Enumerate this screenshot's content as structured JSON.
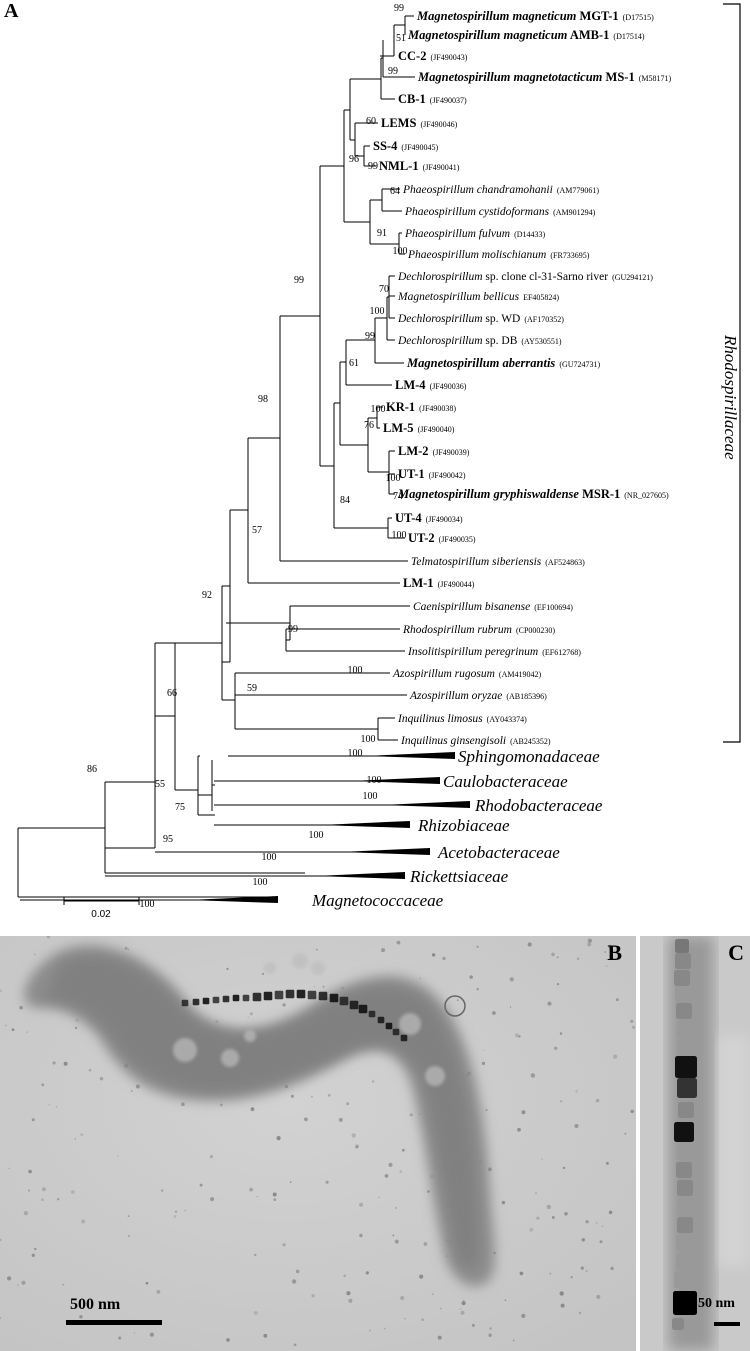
{
  "panel_letters": {
    "a": "A",
    "b": "B",
    "c": "C"
  },
  "scale_bars": {
    "tree": "0.02",
    "b": "500 nm",
    "c": "50 nm"
  },
  "clade_label": "Rhodospirillaceae",
  "leaves": [
    {
      "id": "mgt1",
      "segments": [
        {
          "t": "Magnetospirillum magneticum",
          "i": true,
          "b": true
        },
        {
          "t": " MGT-1",
          "b": true
        }
      ],
      "accession": "(D17515)"
    },
    {
      "id": "amb1",
      "segments": [
        {
          "t": "Magnetospirillum magneticum",
          "i": true,
          "b": true
        },
        {
          "t": " AMB-1",
          "b": true
        }
      ],
      "accession": "(D17514)"
    },
    {
      "id": "cc2",
      "segments": [
        {
          "t": "CC-2",
          "b": true
        }
      ],
      "accession": "(JF490043)"
    },
    {
      "id": "ms1",
      "segments": [
        {
          "t": "Magnetospirillum magnetotacticum",
          "i": true,
          "b": true
        },
        {
          "t": " MS-1",
          "b": true
        }
      ],
      "accession": "(M58171)"
    },
    {
      "id": "cb1",
      "segments": [
        {
          "t": "CB-1",
          "b": true
        }
      ],
      "accession": "(JF490037)"
    },
    {
      "id": "lems",
      "segments": [
        {
          "t": "LEMS",
          "b": true
        }
      ],
      "accession": "(JF490046)"
    },
    {
      "id": "ss4",
      "segments": [
        {
          "t": "SS-4",
          "b": true
        }
      ],
      "accession": "(JF490045)"
    },
    {
      "id": "nml1",
      "segments": [
        {
          "t": "NML-1",
          "b": true
        }
      ],
      "accession": "(JF490041)"
    },
    {
      "id": "pchan",
      "segments": [
        {
          "t": "Phaeospirillum chandramohanii",
          "i": true
        }
      ],
      "accession": "(AM779061)"
    },
    {
      "id": "pcyst",
      "segments": [
        {
          "t": "Phaeospirillum cystidoformans",
          "i": true
        }
      ],
      "accession": "(AM901294)"
    },
    {
      "id": "pfulv",
      "segments": [
        {
          "t": "Phaeospirillum fulvum",
          "i": true
        }
      ],
      "accession": "(D14433)"
    },
    {
      "id": "pmol",
      "segments": [
        {
          "t": "Phaeospirillum molischianum",
          "i": true
        }
      ],
      "accession": "(FR733695)"
    },
    {
      "id": "dcl31",
      "segments": [
        {
          "t": "Dechlorospirillum",
          "i": true
        },
        {
          "t": " sp. clone cl-31-Sarno river"
        }
      ],
      "accession": "(GU294121)"
    },
    {
      "id": "mbell",
      "segments": [
        {
          "t": "Magnetospirillum bellicus",
          "i": true
        }
      ],
      "accession": "EF405824)"
    },
    {
      "id": "dwd",
      "segments": [
        {
          "t": "Dechlorospirillum",
          "i": true
        },
        {
          "t": " sp. WD"
        }
      ],
      "accession": "(AF170352)"
    },
    {
      "id": "ddb",
      "segments": [
        {
          "t": "Dechlorospirillum",
          "i": true
        },
        {
          "t": " sp. DB"
        }
      ],
      "accession": "(AY530551)"
    },
    {
      "id": "maber",
      "segments": [
        {
          "t": "Magnetospirillum aberrantis",
          "i": true,
          "b": true
        }
      ],
      "accession": "(GU724731)"
    },
    {
      "id": "lm4",
      "segments": [
        {
          "t": "LM-4",
          "b": true
        }
      ],
      "accession": "(JF490036)"
    },
    {
      "id": "kr1",
      "segments": [
        {
          "t": "KR-1",
          "b": true
        }
      ],
      "accession": "(JF490038)"
    },
    {
      "id": "lm5",
      "segments": [
        {
          "t": "LM-5",
          "b": true
        }
      ],
      "accession": "(JF490040)"
    },
    {
      "id": "lm2",
      "segments": [
        {
          "t": "LM-2",
          "b": true
        }
      ],
      "accession": "(JF490039)"
    },
    {
      "id": "ut1",
      "segments": [
        {
          "t": "UT-1",
          "b": true
        }
      ],
      "accession": "(JF490042)"
    },
    {
      "id": "msr1",
      "segments": [
        {
          "t": "Magnetospirillum gryphiswaldense",
          "i": true,
          "b": true
        },
        {
          "t": " MSR-1",
          "b": true
        }
      ],
      "accession": "(NR_027605)"
    },
    {
      "id": "ut4",
      "segments": [
        {
          "t": "UT-4",
          "b": true
        }
      ],
      "accession": "(JF490034)"
    },
    {
      "id": "ut2",
      "segments": [
        {
          "t": "UT-2",
          "b": true
        }
      ],
      "accession": "(JF490035)"
    },
    {
      "id": "tsib",
      "segments": [
        {
          "t": "Telmatospirillum siberiensis",
          "i": true
        }
      ],
      "accession": "(AF524863)"
    },
    {
      "id": "lm1",
      "segments": [
        {
          "t": "LM-1",
          "b": true
        }
      ],
      "accession": "(JF490044)"
    },
    {
      "id": "cbis",
      "segments": [
        {
          "t": "Caenispirillum bisanense",
          "i": true
        }
      ],
      "accession": "(EF100694)"
    },
    {
      "id": "rrub",
      "segments": [
        {
          "t": "Rhodospirillum rubrum",
          "i": true
        }
      ],
      "accession": "(CP000230)"
    },
    {
      "id": "ipere",
      "segments": [
        {
          "t": "Insolitispirillum peregrinum",
          "i": true
        }
      ],
      "accession": "(EF612768)"
    },
    {
      "id": "arug",
      "segments": [
        {
          "t": "Azospirillum rugosum",
          "i": true
        }
      ],
      "accession": "(AM419042)"
    },
    {
      "id": "aory",
      "segments": [
        {
          "t": "Azospirillum oryzae",
          "i": true
        }
      ],
      "accession": "(AB185396)"
    },
    {
      "id": "ilim",
      "segments": [
        {
          "t": "Inquilinus limosus",
          "i": true
        }
      ],
      "accession": "(AY043374)"
    },
    {
      "id": "igin",
      "segments": [
        {
          "t": "Inquilinus ginsengisoli",
          "i": true
        }
      ],
      "accession": "(AB245352)"
    }
  ],
  "families": [
    {
      "id": "sphingo",
      "label": "Sphingomonadaceae"
    },
    {
      "id": "caulo",
      "label": "Caulobacteraceae"
    },
    {
      "id": "rhodobac",
      "label": "Rhodobacteraceae"
    },
    {
      "id": "rhizo",
      "label": "Rhizobiaceae"
    },
    {
      "id": "aceto",
      "label": "Acetobacteraceae"
    },
    {
      "id": "ricket",
      "label": "Rickettsiaceae"
    },
    {
      "id": "magneto",
      "label": "Magnetococcaceae"
    }
  ],
  "bootstrap": [
    "99",
    "51",
    "99",
    "96",
    "60",
    "99",
    "64",
    "91",
    "100",
    "99",
    "70",
    "100",
    "99",
    "61",
    "100",
    "76",
    "100",
    "74",
    "84",
    "100",
    "98",
    "57",
    "99",
    "92",
    "100",
    "59",
    "100",
    "66",
    "100",
    "55",
    "100",
    "75",
    "100",
    "95",
    "100",
    "86",
    "100",
    "100",
    "100"
  ]
}
